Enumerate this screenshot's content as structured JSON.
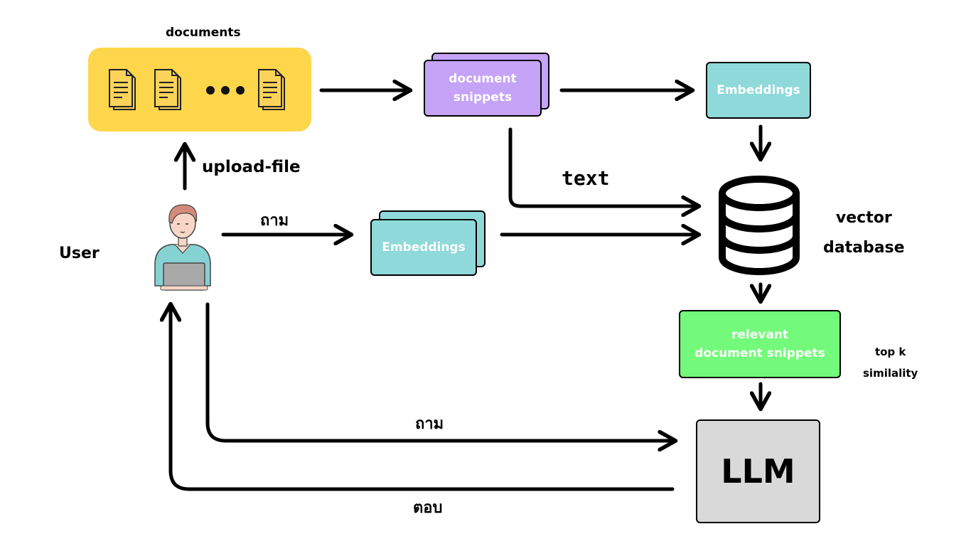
{
  "labels": {
    "documents": "documents",
    "upload_file": "upload-file",
    "user": "User",
    "ask_top": "ถาม",
    "text": "text",
    "vector_database_line1": "vector",
    "vector_database_line2": "database",
    "top_k_line1": "top k",
    "top_k_line2": "similality",
    "ask_bottom": "ถาม",
    "answer": "ตอบ"
  },
  "boxes": {
    "document_snippets_line1": "document",
    "document_snippets_line2": "snippets",
    "embeddings_top": "Embeddings",
    "embeddings_query": "Embeddings",
    "relevant_line1": "relevant",
    "relevant_line2": "document snippets",
    "llm": "LLM"
  },
  "colors": {
    "documents_group": "#fdd64b",
    "document_snippets": "#c5a3f7",
    "embeddings": "#8fd9da",
    "relevant_snippets": "#73fa7a",
    "llm": "#d9d9d9",
    "user_shirt": "#86d2d3",
    "user_skin": "#f8d6c6",
    "user_hair": "#d48a7a"
  },
  "icons": [
    "document-icon",
    "ellipsis-icon",
    "user-with-laptop-icon",
    "database-icon"
  ]
}
